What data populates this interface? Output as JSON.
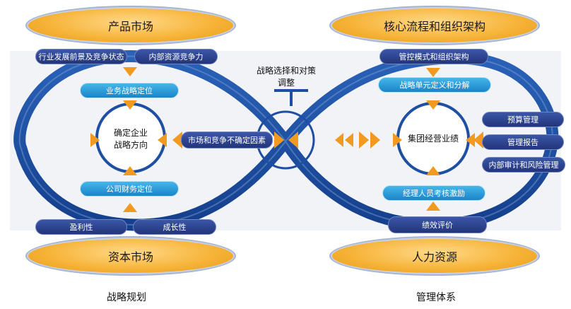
{
  "top_left": {
    "title": "产品市场",
    "tags": [
      "行业发展前景及竞争状态",
      "内部资源竞争力"
    ]
  },
  "top_right": {
    "title": "核心流程和组织架构",
    "tags": [
      "管控模式和组织架构",
      "战略单元定义和分解"
    ]
  },
  "bottom_left": {
    "title": "资本市场",
    "tags": [
      "盈利性",
      "成长性"
    ]
  },
  "bottom_right": {
    "title": "人力资源",
    "tags": [
      "绩效评价"
    ]
  },
  "left_loop": {
    "center": "确定企业\n战略方向",
    "top_bar": "业务战略定位",
    "bottom_bar": "公司财务定位",
    "right_bar": "市场和竞争不确定因素"
  },
  "right_loop": {
    "center": "集团经营业绩",
    "bottom_bar": "经理人员考核激励",
    "side_tags": [
      "预算管理",
      "管理报告",
      "内部审计和风险管理"
    ]
  },
  "middle": {
    "caption": "战略选择和对策\n调整"
  },
  "footer": {
    "left": "战略规划",
    "right": "管理体系"
  },
  "colors": {
    "loop_blue": "#1e4fa3",
    "arrow_orange": "#f29a1f",
    "gold": "#f7b53b",
    "panel": "#f1f3f7"
  }
}
